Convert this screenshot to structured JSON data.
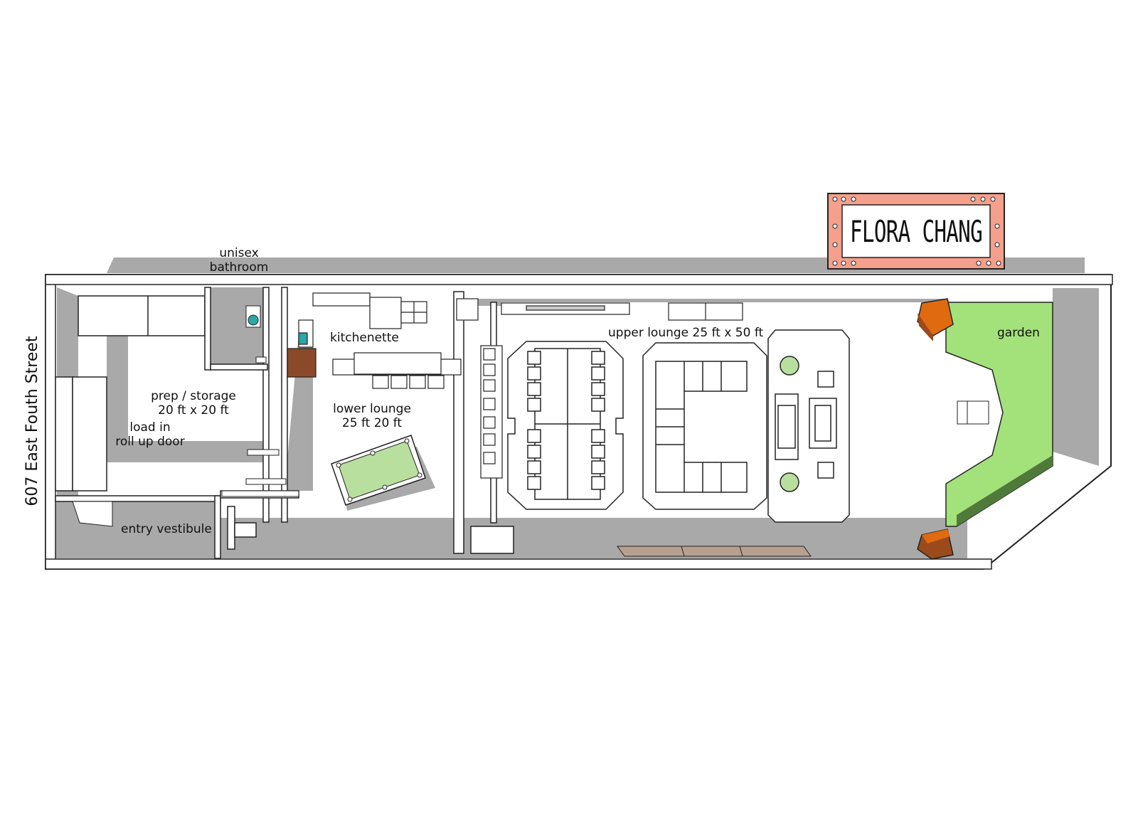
{
  "street_address": "607 East Fouth Street",
  "logo": {
    "text": "FLORA CHANG",
    "frame_color": "#f4a08c"
  },
  "rooms": {
    "unisex_bathroom": {
      "line1": "unisex",
      "line2": "bathroom"
    },
    "kitchenette": "kitchenette",
    "prep_storage": {
      "line1": "prep / storage",
      "line2": "20 ft x 20 ft"
    },
    "load_in": {
      "line1": "load in",
      "line2": "roll up door"
    },
    "lower_lounge": {
      "line1": "lower lounge",
      "line2": "25  ft 20 ft"
    },
    "entry_vestibule": "entry vestibule",
    "upper_lounge": "upper lounge 25 ft x 50 ft",
    "garden": "garden"
  },
  "colors": {
    "wall_gray": "#a9a9a9",
    "floor_white": "#ffffff",
    "garden_green": "#a3e27a",
    "garden_dark": "#4f7a3a",
    "pool_table": "#b9df9f",
    "speaker_orange": "#e06a10",
    "speaker_brown": "#9b4a1c",
    "appliance_teal": "#2aa7a7"
  }
}
